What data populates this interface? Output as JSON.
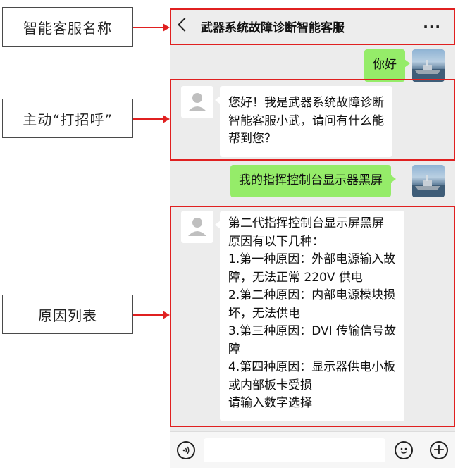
{
  "annotations": {
    "title_label": "智能客服名称",
    "greeting_label": "主动“打招呼”",
    "reasons_label": "原因列表"
  },
  "header": {
    "title": "武器系统故障诊断智能客服",
    "more": "···"
  },
  "messages": [
    {
      "side": "right",
      "lines": [
        "你好"
      ]
    },
    {
      "side": "left",
      "lines": [
        "您好！我是武器系统故障诊断",
        "智能客服小武，请问有什么能",
        "帮到您？"
      ]
    },
    {
      "side": "right",
      "lines": [
        "我的指挥控制台显示器黑屏"
      ]
    },
    {
      "side": "left",
      "lines": [
        "第二代指挥控制台显示屏黑屏",
        "原因有以下几种：",
        "1.第一种原因：外部电源输入故",
        "障，无法正常 220V 供电",
        "2.第二种原因：内部电源模块损",
        "坏，无法供电",
        "3.第三种原因：DVI 传输信号故",
        "障",
        "4.第四种原因：显示器供电小板",
        "或内部板卡受损",
        "请输入数字选择"
      ]
    }
  ],
  "input": {
    "value": "",
    "plus_glyph": "+"
  },
  "colors": {
    "highlight": "#e02020",
    "my_bubble": "#95ec69",
    "bot_bubble": "#ffffff",
    "chat_background": "#ececec"
  },
  "icons": [
    "back-icon",
    "more-icon",
    "ship-avatar-icon",
    "person-avatar-icon",
    "voice-icon",
    "emoji-icon",
    "plus-icon"
  ]
}
